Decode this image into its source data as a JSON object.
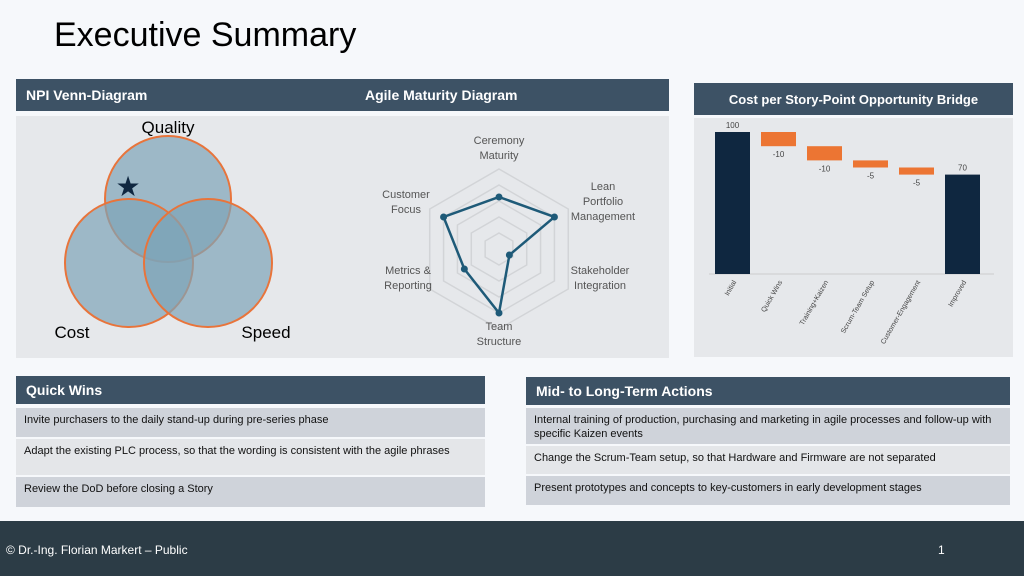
{
  "title": "Executive Summary",
  "venn": {
    "header": "NPI Venn-Diagram",
    "labels": [
      "Quality",
      "Cost",
      "Speed"
    ],
    "fill": "#7ea4b8",
    "stroke": "#e8743b"
  },
  "radar": {
    "header": "Agile Maturity Diagram",
    "axes": [
      "Ceremony Maturity",
      "Lean Portfolio Management",
      "Stakeholder Integration",
      "Team Structure",
      "Metrics & Reporting",
      "Customer Focus"
    ],
    "values": [
      3.25,
      4,
      0.75,
      4,
      2.5,
      4
    ],
    "max": 5,
    "color": "#1e5a78"
  },
  "chart_data": {
    "type": "bar",
    "title": "Cost per Story-Point Opportunity Bridge",
    "categories": [
      "Initial",
      "Quick Wins",
      "Training+Kaizen",
      "Scrum-Team Setup",
      "Customer-Engagement",
      "Improved"
    ],
    "values": [
      100,
      -10,
      -10,
      -5,
      -5,
      70
    ],
    "labels": [
      "100",
      "-10",
      "-10",
      "-5",
      "-5",
      "70"
    ],
    "ylim": [
      0,
      100
    ],
    "colors": {
      "total": "#0f2740",
      "decrease": "#ec7533"
    }
  },
  "quick_wins": {
    "header": "Quick Wins",
    "items": [
      "Invite purchasers to the daily stand-up during pre-series phase",
      "Adapt the existing PLC process, so that the wording is consistent with the agile phrases",
      "Review the DoD before closing a Story"
    ]
  },
  "mid_long": {
    "header": "Mid- to Long-Term Actions",
    "items": [
      "Internal training of production, purchasing and marketing in agile processes and follow-up with specific Kaizen events",
      "Change the Scrum-Team setup, so that Hardware and Firmware are not separated",
      "Present prototypes and concepts to key-customers in early development stages"
    ]
  },
  "footer": {
    "copyright": "© Dr.-Ing. Florian Markert – Public",
    "page": "1"
  }
}
